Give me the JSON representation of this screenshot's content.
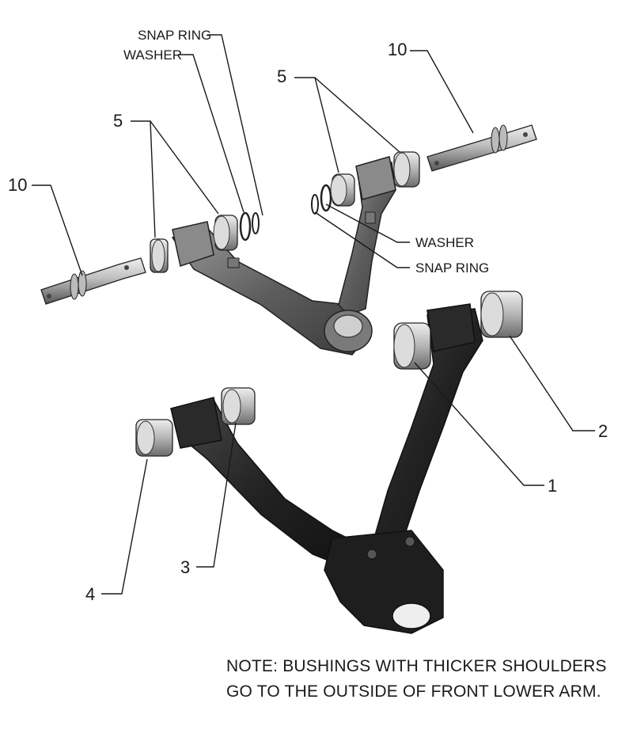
{
  "labels": {
    "snap_ring": "SNAP RING",
    "washer": "WASHER",
    "num_10": "10",
    "num_5": "5",
    "num_2": "2",
    "num_1": "1",
    "num_3": "3",
    "num_4": "4"
  },
  "note": {
    "line1": "NOTE: BUSHINGS WITH THICKER SHOULDERS",
    "line2": "GO TO THE OUTSIDE OF FRONT LOWER ARM."
  },
  "colors": {
    "ink": "#1a1a1a",
    "upper_arm": "#6b6b6b",
    "lower_arm": "#2b2b2b",
    "bushing": "#c8c8c8"
  }
}
